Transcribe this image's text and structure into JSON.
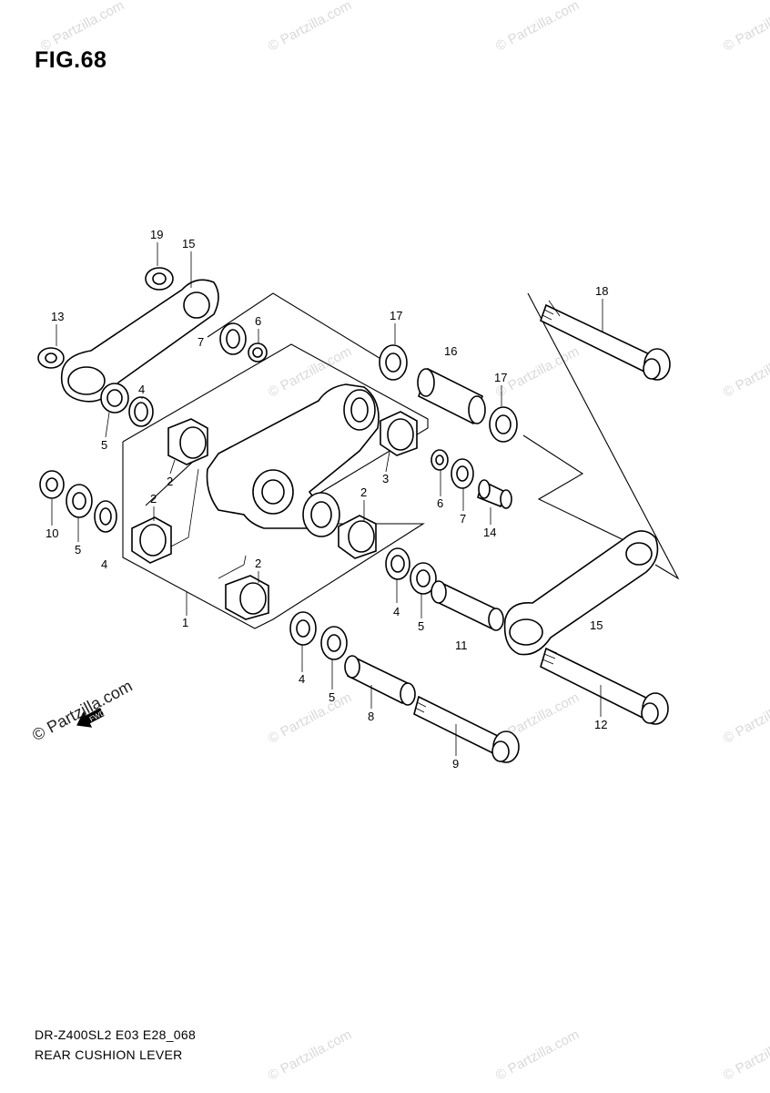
{
  "figure": {
    "title": "FIG.68"
  },
  "footer": {
    "model_code": "DR-Z400SL2 E03 E28_068",
    "diagram_name": "REAR CUSHION LEVER"
  },
  "watermark": {
    "text": "© Partzilla.com"
  },
  "fwd_arrow": {
    "label": "FWD"
  },
  "callouts": [
    "1",
    "2",
    "2",
    "2",
    "2",
    "3",
    "4",
    "4",
    "4",
    "4",
    "5",
    "5",
    "5",
    "5",
    "6",
    "6",
    "7",
    "7",
    "8",
    "9",
    "10",
    "11",
    "12",
    "13",
    "14",
    "15",
    "16",
    "17",
    "17",
    "18",
    "19",
    "15"
  ]
}
